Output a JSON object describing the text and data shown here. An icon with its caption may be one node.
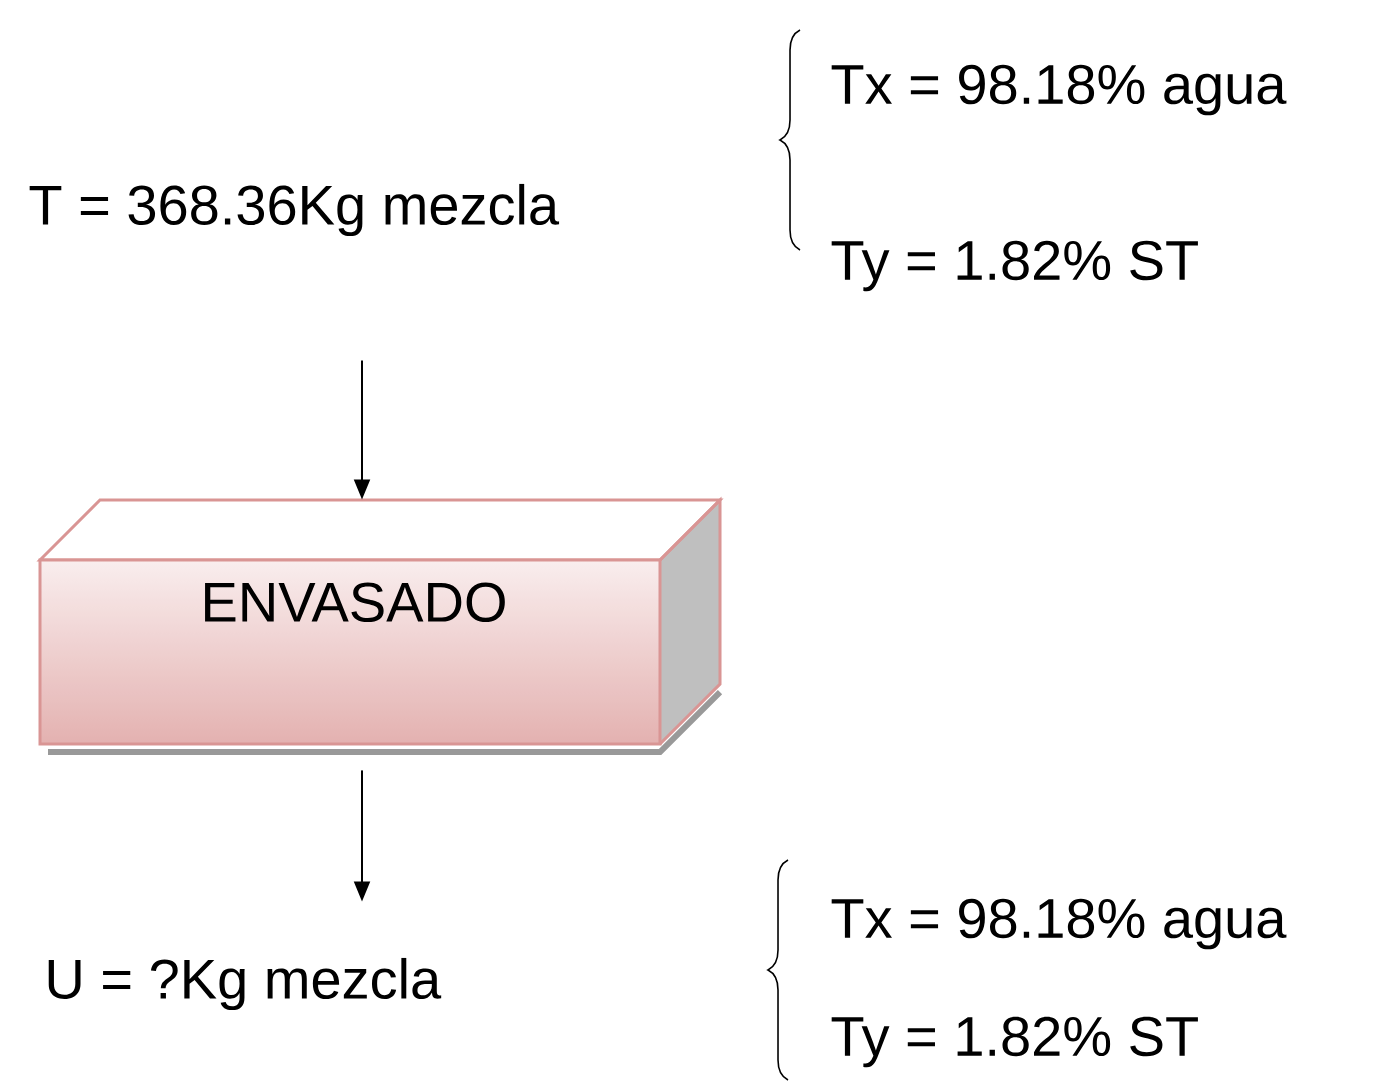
{
  "diagram": {
    "nodes": [
      {
        "text": [
          "T = 368.36Kg  mezcla"
        ],
        "beside": [
          "Tx = 98.18% agua",
          "Ty = 1.82% ST"
        ]
      },
      {
        "text": [
          "ENVASADO"
        ]
      },
      {
        "text": [
          "U = ?Kg  mezcla"
        ],
        "beside": [
          "Tx = 98.18% agua",
          "Ty = 1.82% ST"
        ]
      }
    ],
    "edges": [
      {
        "from": 0,
        "to": 1,
        "arrow": "to"
      },
      {
        "from": 1,
        "to": 2,
        "arrow": "to"
      }
    ]
  }
}
